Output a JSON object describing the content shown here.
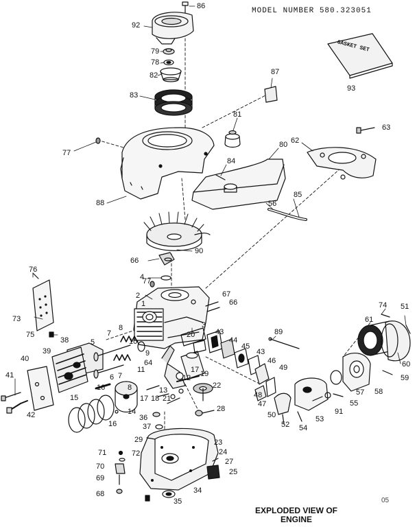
{
  "model_number": "MODEL NUMBER 580.323051",
  "caption": {
    "line1": "EXPLODED VIEW OF",
    "line2": "ENGINE"
  },
  "page_code": "05",
  "gasket_set_label": "GASKET SET",
  "callouts": [
    {
      "id": "c86",
      "text": "86"
    },
    {
      "id": "c92",
      "text": "92"
    },
    {
      "id": "c79",
      "text": "79"
    },
    {
      "id": "c78",
      "text": "78"
    },
    {
      "id": "c82",
      "text": "82"
    },
    {
      "id": "c83",
      "text": "83"
    },
    {
      "id": "c87",
      "text": "87"
    },
    {
      "id": "c93",
      "text": "93"
    },
    {
      "id": "c81",
      "text": "81"
    },
    {
      "id": "c77a",
      "text": "77"
    },
    {
      "id": "c80",
      "text": "80"
    },
    {
      "id": "c62",
      "text": "62"
    },
    {
      "id": "c63",
      "text": "63"
    },
    {
      "id": "c84",
      "text": "84"
    },
    {
      "id": "c88",
      "text": "88"
    },
    {
      "id": "c56",
      "text": "56"
    },
    {
      "id": "c85",
      "text": "85"
    },
    {
      "id": "c90",
      "text": "90"
    },
    {
      "id": "c66a",
      "text": "66"
    },
    {
      "id": "c4",
      "text": "4"
    },
    {
      "id": "c76",
      "text": "76"
    },
    {
      "id": "c77b",
      "text": "77"
    },
    {
      "id": "c2",
      "text": "2"
    },
    {
      "id": "c1",
      "text": "1"
    },
    {
      "id": "c67",
      "text": "67"
    },
    {
      "id": "c66b",
      "text": "66"
    },
    {
      "id": "c73",
      "text": "73"
    },
    {
      "id": "c74",
      "text": "74"
    },
    {
      "id": "c51",
      "text": "51"
    },
    {
      "id": "c61",
      "text": "61"
    },
    {
      "id": "c3",
      "text": "3"
    },
    {
      "id": "c75",
      "text": "75"
    },
    {
      "id": "c7a",
      "text": "7"
    },
    {
      "id": "c8a",
      "text": "8"
    },
    {
      "id": "c20",
      "text": "20"
    },
    {
      "id": "c43a",
      "text": "43"
    },
    {
      "id": "c89",
      "text": "89"
    },
    {
      "id": "c5",
      "text": "5"
    },
    {
      "id": "c38",
      "text": "38"
    },
    {
      "id": "c10",
      "text": "10"
    },
    {
      "id": "c44",
      "text": "44"
    },
    {
      "id": "c45",
      "text": "45"
    },
    {
      "id": "c43b",
      "text": "43"
    },
    {
      "id": "c9",
      "text": "9"
    },
    {
      "id": "c64",
      "text": "64"
    },
    {
      "id": "c60",
      "text": "60"
    },
    {
      "id": "c40",
      "text": "40"
    },
    {
      "id": "c39",
      "text": "39"
    },
    {
      "id": "c46",
      "text": "46"
    },
    {
      "id": "c11",
      "text": "11"
    },
    {
      "id": "c19",
      "text": "19"
    },
    {
      "id": "c41",
      "text": "41"
    },
    {
      "id": "c6",
      "text": "6"
    },
    {
      "id": "c7b",
      "text": "7"
    },
    {
      "id": "c49",
      "text": "49"
    },
    {
      "id": "c16a",
      "text": "16"
    },
    {
      "id": "c8b",
      "text": "8"
    },
    {
      "id": "c12",
      "text": "12"
    },
    {
      "id": "c17a",
      "text": "17"
    },
    {
      "id": "c59",
      "text": "59"
    },
    {
      "id": "c13",
      "text": "13"
    },
    {
      "id": "c22",
      "text": "22"
    },
    {
      "id": "c57",
      "text": "57"
    },
    {
      "id": "c17b",
      "text": "17"
    },
    {
      "id": "c18",
      "text": "18"
    },
    {
      "id": "c21",
      "text": "21"
    },
    {
      "id": "c48",
      "text": "48"
    },
    {
      "id": "c58",
      "text": "58"
    },
    {
      "id": "c42",
      "text": "42"
    },
    {
      "id": "c15",
      "text": "15"
    },
    {
      "id": "c14",
      "text": "14"
    },
    {
      "id": "c47",
      "text": "47"
    },
    {
      "id": "c55",
      "text": "55"
    },
    {
      "id": "c28",
      "text": "28"
    },
    {
      "id": "c91",
      "text": "91"
    },
    {
      "id": "c36",
      "text": "36"
    },
    {
      "id": "c50",
      "text": "50"
    },
    {
      "id": "c52",
      "text": "52"
    },
    {
      "id": "c53",
      "text": "53"
    },
    {
      "id": "c54",
      "text": "54"
    },
    {
      "id": "c16b",
      "text": "16"
    },
    {
      "id": "c37",
      "text": "37"
    },
    {
      "id": "c23",
      "text": "23"
    },
    {
      "id": "c29",
      "text": "29"
    },
    {
      "id": "c71",
      "text": "71"
    },
    {
      "id": "c72",
      "text": "72"
    },
    {
      "id": "c24",
      "text": "24"
    },
    {
      "id": "c27",
      "text": "27"
    },
    {
      "id": "c70",
      "text": "70"
    },
    {
      "id": "c25",
      "text": "25"
    },
    {
      "id": "c69",
      "text": "69"
    },
    {
      "id": "c68",
      "text": "68"
    },
    {
      "id": "c34",
      "text": "34"
    },
    {
      "id": "c35",
      "text": "35"
    }
  ]
}
